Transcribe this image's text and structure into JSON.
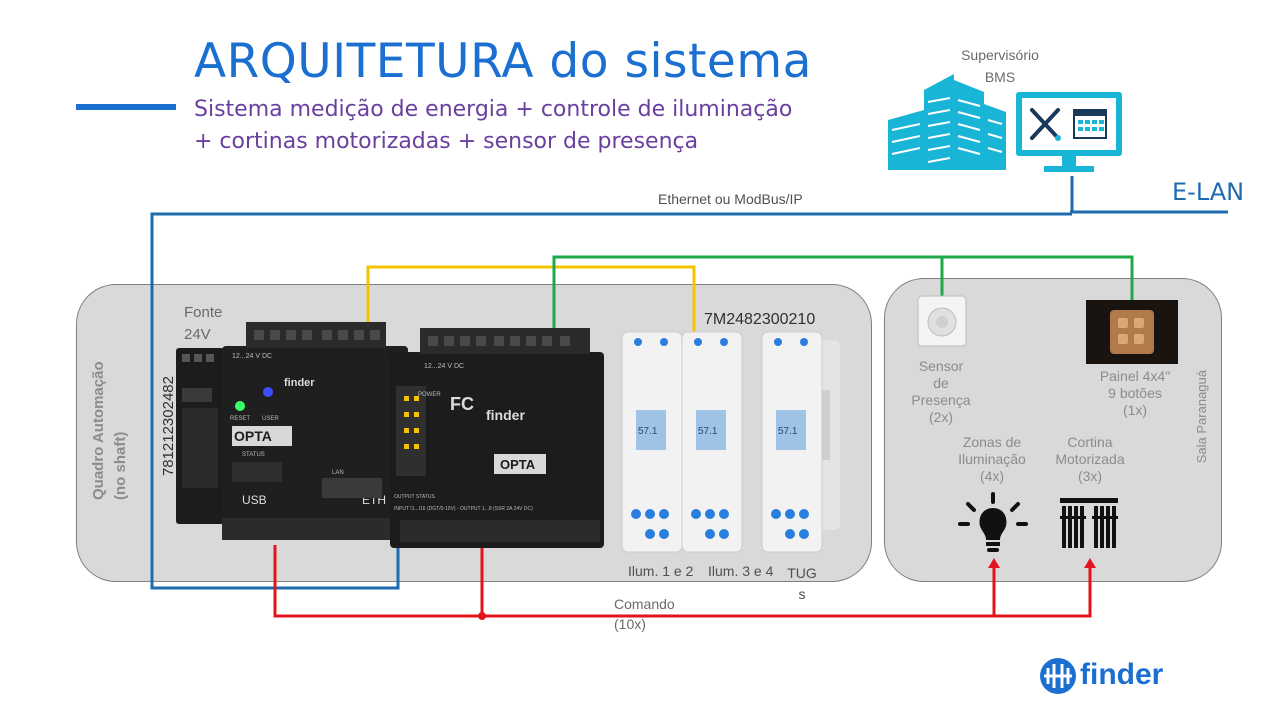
{
  "title": "ARQUITETURA do sistema",
  "subtitle": {
    "line1": "Sistema medição de energia + controle de iluminação",
    "line2": "+ cortinas motorizadas + sensor de presença"
  },
  "bms": {
    "line1": "Supervisório",
    "line2": "BMS"
  },
  "network": {
    "elan": "E-LAN",
    "ethernet": "Ethernet ou ModBus/IP"
  },
  "panel": {
    "label_line1": "Quadro  Automação",
    "label_line2": "(no shaft)",
    "opta_code": "7812123024",
    "opta_code_suffix": "82",
    "fonte_line1": "Fonte",
    "fonte_line2": "24V",
    "meter_code": "7M2482300210",
    "opta_brand": "OPTA",
    "finder_brand": "finder",
    "labels": {
      "usb": "USB",
      "eth": "ETH",
      "reset": "RESET",
      "user": "USER",
      "status": "STATUS",
      "lan": "LAN",
      "power": "POWER",
      "output_status": "OUTPUT STATUS",
      "fc": "FC",
      "vdc": "12...24 V DC",
      "input_line": "INPUT I1...I16 (DGT/0-10V) - OUTPUT 1...8 (SSR 2A 24V DC)",
      "meter_reading": "57.1"
    }
  },
  "meters": {
    "ilum12": "Ilum. 1 e 2",
    "ilum34": "Ilum. 3 e 4",
    "tug_line1": "TUG",
    "tug_line2": "s"
  },
  "sala": {
    "label": "Sala Paranaguá",
    "sensor": [
      "Sensor",
      "de",
      "Presença",
      "(2x)"
    ],
    "painel": [
      "Painel 4x4\"",
      "9 botões",
      "(1x)"
    ],
    "zonas": [
      "Zonas de",
      "Iluminação",
      "(4x)"
    ],
    "cortina": [
      "Cortina",
      "Motorizada",
      "(3x)"
    ]
  },
  "comando": {
    "line1": "Comando",
    "line2": "(10x)"
  },
  "logo": {
    "text": "finder"
  },
  "icons": [
    "buildings-icon",
    "monitor-tools-icon",
    "sensor-icon",
    "panel-icon",
    "light-bulb-icon",
    "curtain-icon",
    "finder-logo-icon"
  ],
  "colors": {
    "title": "#1a6fd1",
    "subtitle": "#6a3fa0",
    "ethernet_line": "#1f6bb0",
    "rs485_line": "#f5c400",
    "green_line": "#1ea84a",
    "command_line": "#e3141b",
    "bms_teal": "#19b5d6",
    "region_fill": "#d9d9d9"
  }
}
